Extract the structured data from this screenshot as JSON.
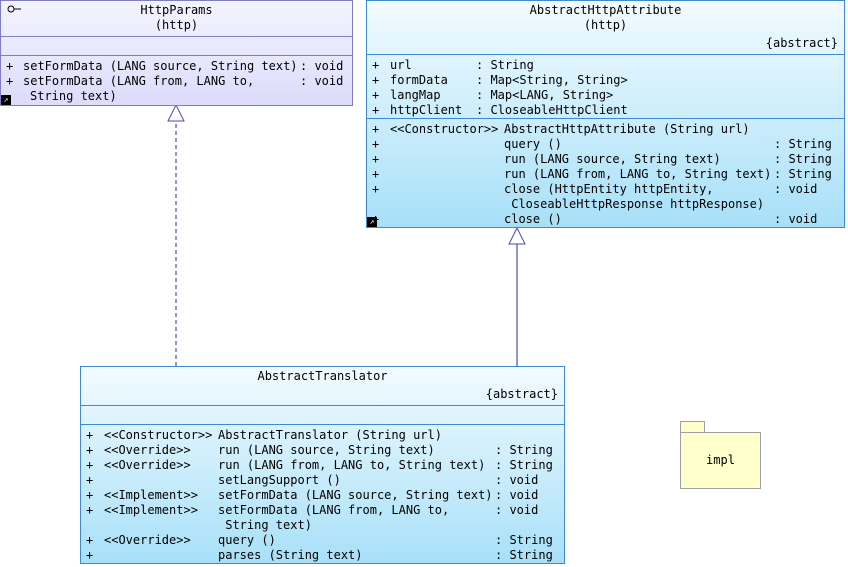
{
  "interface_box": {
    "name": "HttpParams",
    "package": "(http)",
    "operations": [
      {
        "vis": "+",
        "sig": "setFormData (LANG source, String text)",
        "ret": ": void"
      },
      {
        "vis": "+",
        "sig": "setFormData (LANG from, LANG to,",
        "ret": ": void"
      },
      {
        "vis": "",
        "sig": "String text)",
        "ret": ""
      }
    ]
  },
  "attr_class": {
    "name": "AbstractHttpAttribute",
    "package": "(http)",
    "stereotype": "{abstract}",
    "attributes": [
      {
        "vis": "+",
        "name": "url",
        "type": ": String"
      },
      {
        "vis": "+",
        "name": "formData",
        "type": ": Map<String, String>"
      },
      {
        "vis": "+",
        "name": "langMap",
        "type": ": Map<LANG, String>"
      },
      {
        "vis": "+",
        "name": "httpClient",
        "type": ": CloseableHttpClient"
      }
    ],
    "operations": [
      {
        "vis": "+",
        "stereo": "<<Constructor>>",
        "sig": "AbstractHttpAttribute (String url)",
        "ret": ""
      },
      {
        "vis": "+",
        "stereo": "",
        "sig": "query ()",
        "ret": ": String"
      },
      {
        "vis": "+",
        "stereo": "",
        "sig": "run (LANG source, String text)",
        "ret": ": String"
      },
      {
        "vis": "+",
        "stereo": "",
        "sig": "run (LANG from, LANG to, String text)",
        "ret": ": String"
      },
      {
        "vis": "+",
        "stereo": "",
        "sig": "close (HttpEntity httpEntity,",
        "ret": ": void"
      },
      {
        "vis": "",
        "stereo": "",
        "sig": " CloseableHttpResponse httpResponse)",
        "ret": ""
      },
      {
        "vis": "+",
        "stereo": "",
        "sig": "close ()",
        "ret": ": void"
      }
    ]
  },
  "translator_class": {
    "name": "AbstractTranslator",
    "stereotype": "{abstract}",
    "operations": [
      {
        "vis": "+",
        "stereo": "<<Constructor>>",
        "sig": "AbstractTranslator (String url)",
        "ret": ""
      },
      {
        "vis": "+",
        "stereo": "<<Override>>",
        "sig": "run (LANG source, String text)",
        "ret": ": String"
      },
      {
        "vis": "+",
        "stereo": "<<Override>>",
        "sig": "run (LANG from, LANG to, String text)",
        "ret": ": String"
      },
      {
        "vis": "+",
        "stereo": "",
        "sig": "setLangSupport ()",
        "ret": ": void"
      },
      {
        "vis": "+",
        "stereo": "<<Implement>>",
        "sig": "setFormData (LANG source, String text)",
        "ret": ": void"
      },
      {
        "vis": "+",
        "stereo": "<<Implement>>",
        "sig": "setFormData (LANG from, LANG to,",
        "ret": ": void"
      },
      {
        "vis": "",
        "stereo": "",
        "sig": " String text)",
        "ret": ""
      },
      {
        "vis": "+",
        "stereo": "<<Override>>",
        "sig": "query ()",
        "ret": ": String"
      },
      {
        "vis": "+",
        "stereo": "",
        "sig": "parses (String text)",
        "ret": ": String"
      }
    ]
  },
  "package_impl": {
    "name": "impl"
  },
  "colors": {
    "interface_border": "#7d7dc8",
    "class_border": "#3d8ad0",
    "package_fill": "#ffffcc"
  }
}
